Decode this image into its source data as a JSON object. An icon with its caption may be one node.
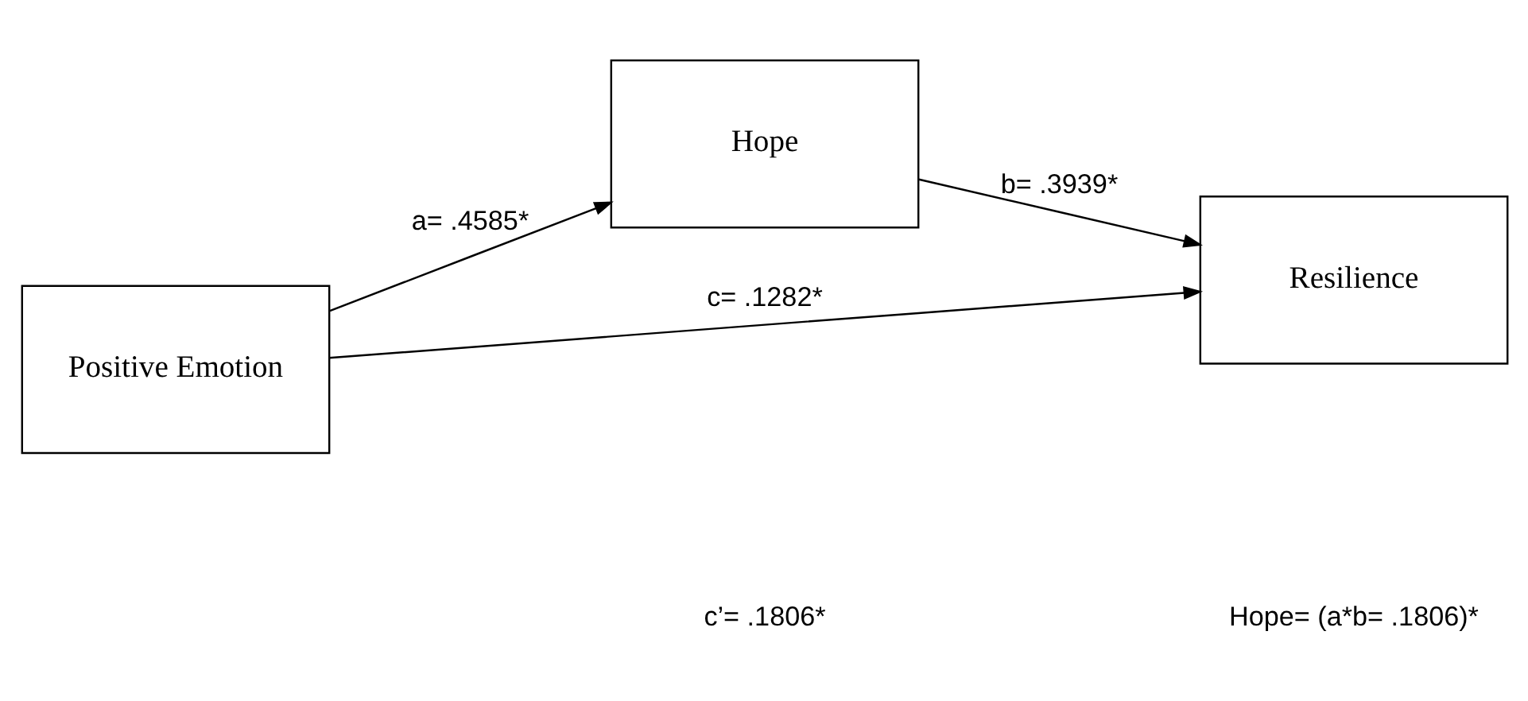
{
  "diagram": {
    "nodes": [
      {
        "text": [
          "Positive Emotion"
        ]
      },
      {
        "text": [
          "Hope"
        ]
      },
      {
        "text": [
          "Resilience"
        ]
      }
    ],
    "edges": [
      {
        "from": 0,
        "to": 1,
        "arrow": "to",
        "label": "a= .4585*"
      },
      {
        "from": 1,
        "to": 2,
        "arrow": "to",
        "label": "b= .3939*"
      },
      {
        "from": 0,
        "to": 2,
        "arrow": "to",
        "label": "c= .1282*"
      }
    ],
    "labels": [
      "c’= .1806*",
      "Hope= (a*b= .1806)*"
    ]
  }
}
